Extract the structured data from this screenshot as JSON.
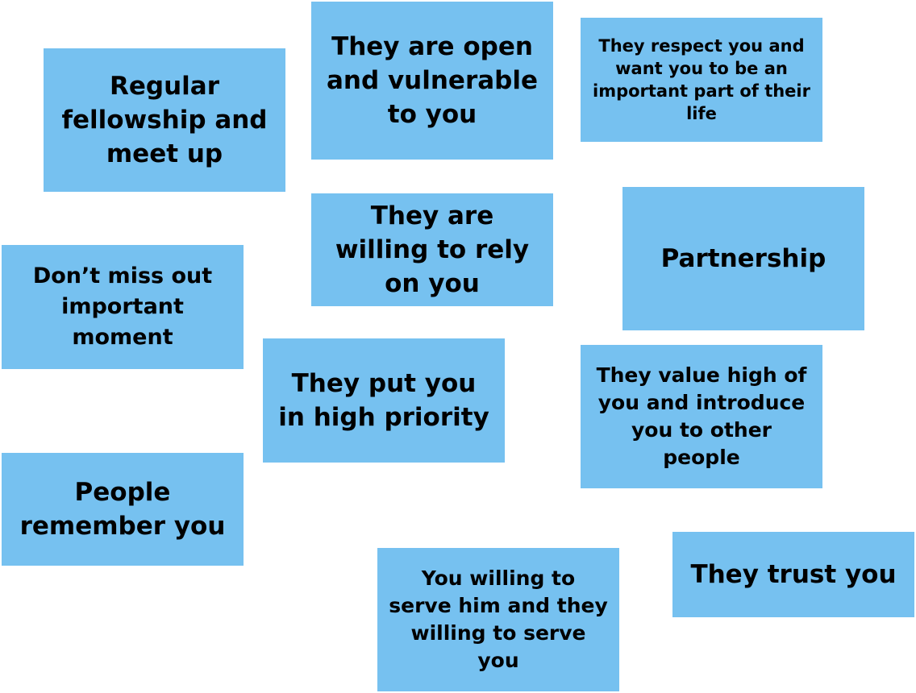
{
  "notes": [
    {
      "text": "Regular fellowship and meet up"
    },
    {
      "text": "They are open and vulnerable to you"
    },
    {
      "text": "They respect you and want you to be an important part of their life"
    },
    {
      "text": "They are willing to rely on you"
    },
    {
      "text": "Partnership"
    },
    {
      "text": "Don’t miss out important moment"
    },
    {
      "text": "They put you in high priority"
    },
    {
      "text": "They value high of you and introduce you to other people"
    },
    {
      "text": "People remember you"
    },
    {
      "text": "They trust you"
    },
    {
      "text": "You willing to serve him and they willing to serve you"
    }
  ],
  "colors": {
    "note_fill": "#76c1f0",
    "text": "#000000",
    "background": "#ffffff"
  }
}
